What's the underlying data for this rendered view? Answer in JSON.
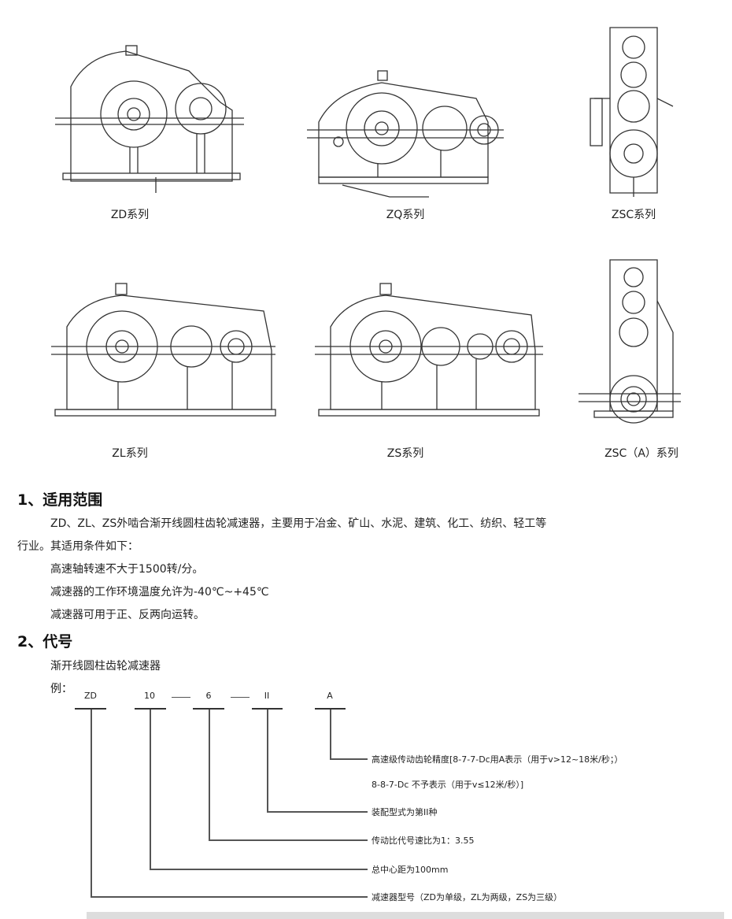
{
  "figures": [
    {
      "caption": "ZD系列",
      "type": "single"
    },
    {
      "caption": "ZQ系列",
      "type": "zq"
    },
    {
      "caption": "ZSC系列",
      "type": "vertical"
    },
    {
      "caption": "ZL系列",
      "type": "double"
    },
    {
      "caption": "ZS系列",
      "type": "triple"
    },
    {
      "caption": "ZSC（A）系列",
      "type": "vertical-a"
    }
  ],
  "section1": {
    "heading": "1、适用范围",
    "para_line1": "ZD、ZL、ZS外啮合渐开线圆柱齿轮减速器，主要用于冶金、矿山、水泥、建筑、化工、纺织、轻工等",
    "para_line2": "行业。其适用条件如下：",
    "conditions": [
      "高速轴转速不大于1500转/分。",
      "减速器的工作环境温度允许为-40℃~+45℃",
      "减速器可用于正、反两向运转。"
    ]
  },
  "section2": {
    "heading": "2、代号",
    "subtitle": "渐开线圆柱齿轮减速器",
    "example_label": "例：",
    "codes": [
      "ZD",
      "10",
      "6",
      "II",
      "A"
    ],
    "explanations": {
      "A_line1": "高速级传动齿轮精度[8-7-7-Dc用A表示（用于v>12~18米/秒；）",
      "A_line2": "8-8-7-Dc 不予表示（用于v≤12米/秒）]",
      "II": "装配型式为第II种",
      "6": "传动比代号速比为1：3.55",
      "10": "总中心距为100mm",
      "ZD": "减速器型号（ZD为单级，ZL为两级，ZS为三级）"
    }
  }
}
